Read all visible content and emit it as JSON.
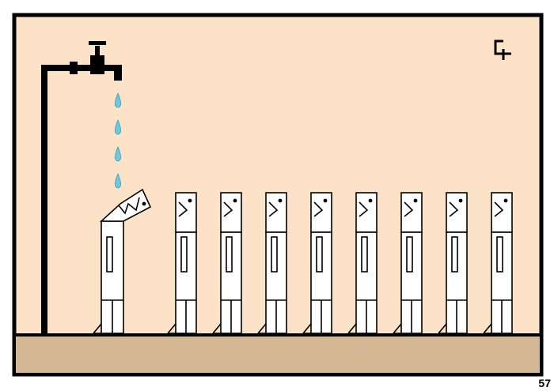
{
  "page": {
    "number": "57"
  },
  "colors": {
    "background": "#fce3c8",
    "ground": "#d4b896",
    "outline": "#000000",
    "figure": "#ffffff",
    "water": "#6fc9dc"
  },
  "scene": {
    "standing_figure_count": 8,
    "water_drop_count": 4,
    "icons": [
      "faucet-icon",
      "corner-symbol-icon"
    ]
  }
}
